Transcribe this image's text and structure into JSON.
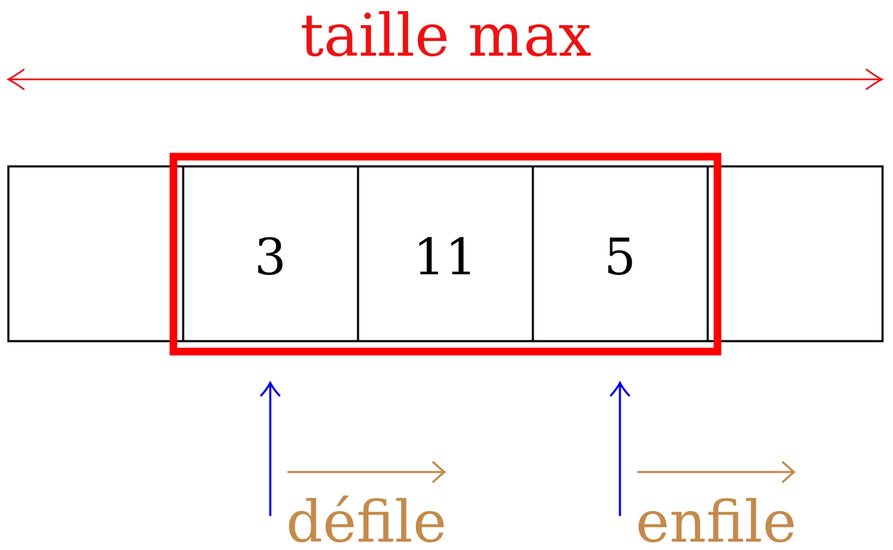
{
  "title": "taille max",
  "cells": [
    {
      "value": ""
    },
    {
      "value": "3"
    },
    {
      "value": "11"
    },
    {
      "value": "5"
    },
    {
      "value": ""
    }
  ],
  "pointers": {
    "dequeue": {
      "label": "défile",
      "cell": 1
    },
    "enqueue": {
      "label": "enfile",
      "cell": 3
    }
  },
  "colors": {
    "title": "#ee1111",
    "highlight": "#ff0000",
    "pointer": "#0000ee",
    "operation": "#c48a4a",
    "cell_border": "#000000"
  },
  "icons": {
    "size_arrow": "double-headed-arrow",
    "pointer_arrow": "up-arrow",
    "direction_arrow": "right-arrow"
  }
}
